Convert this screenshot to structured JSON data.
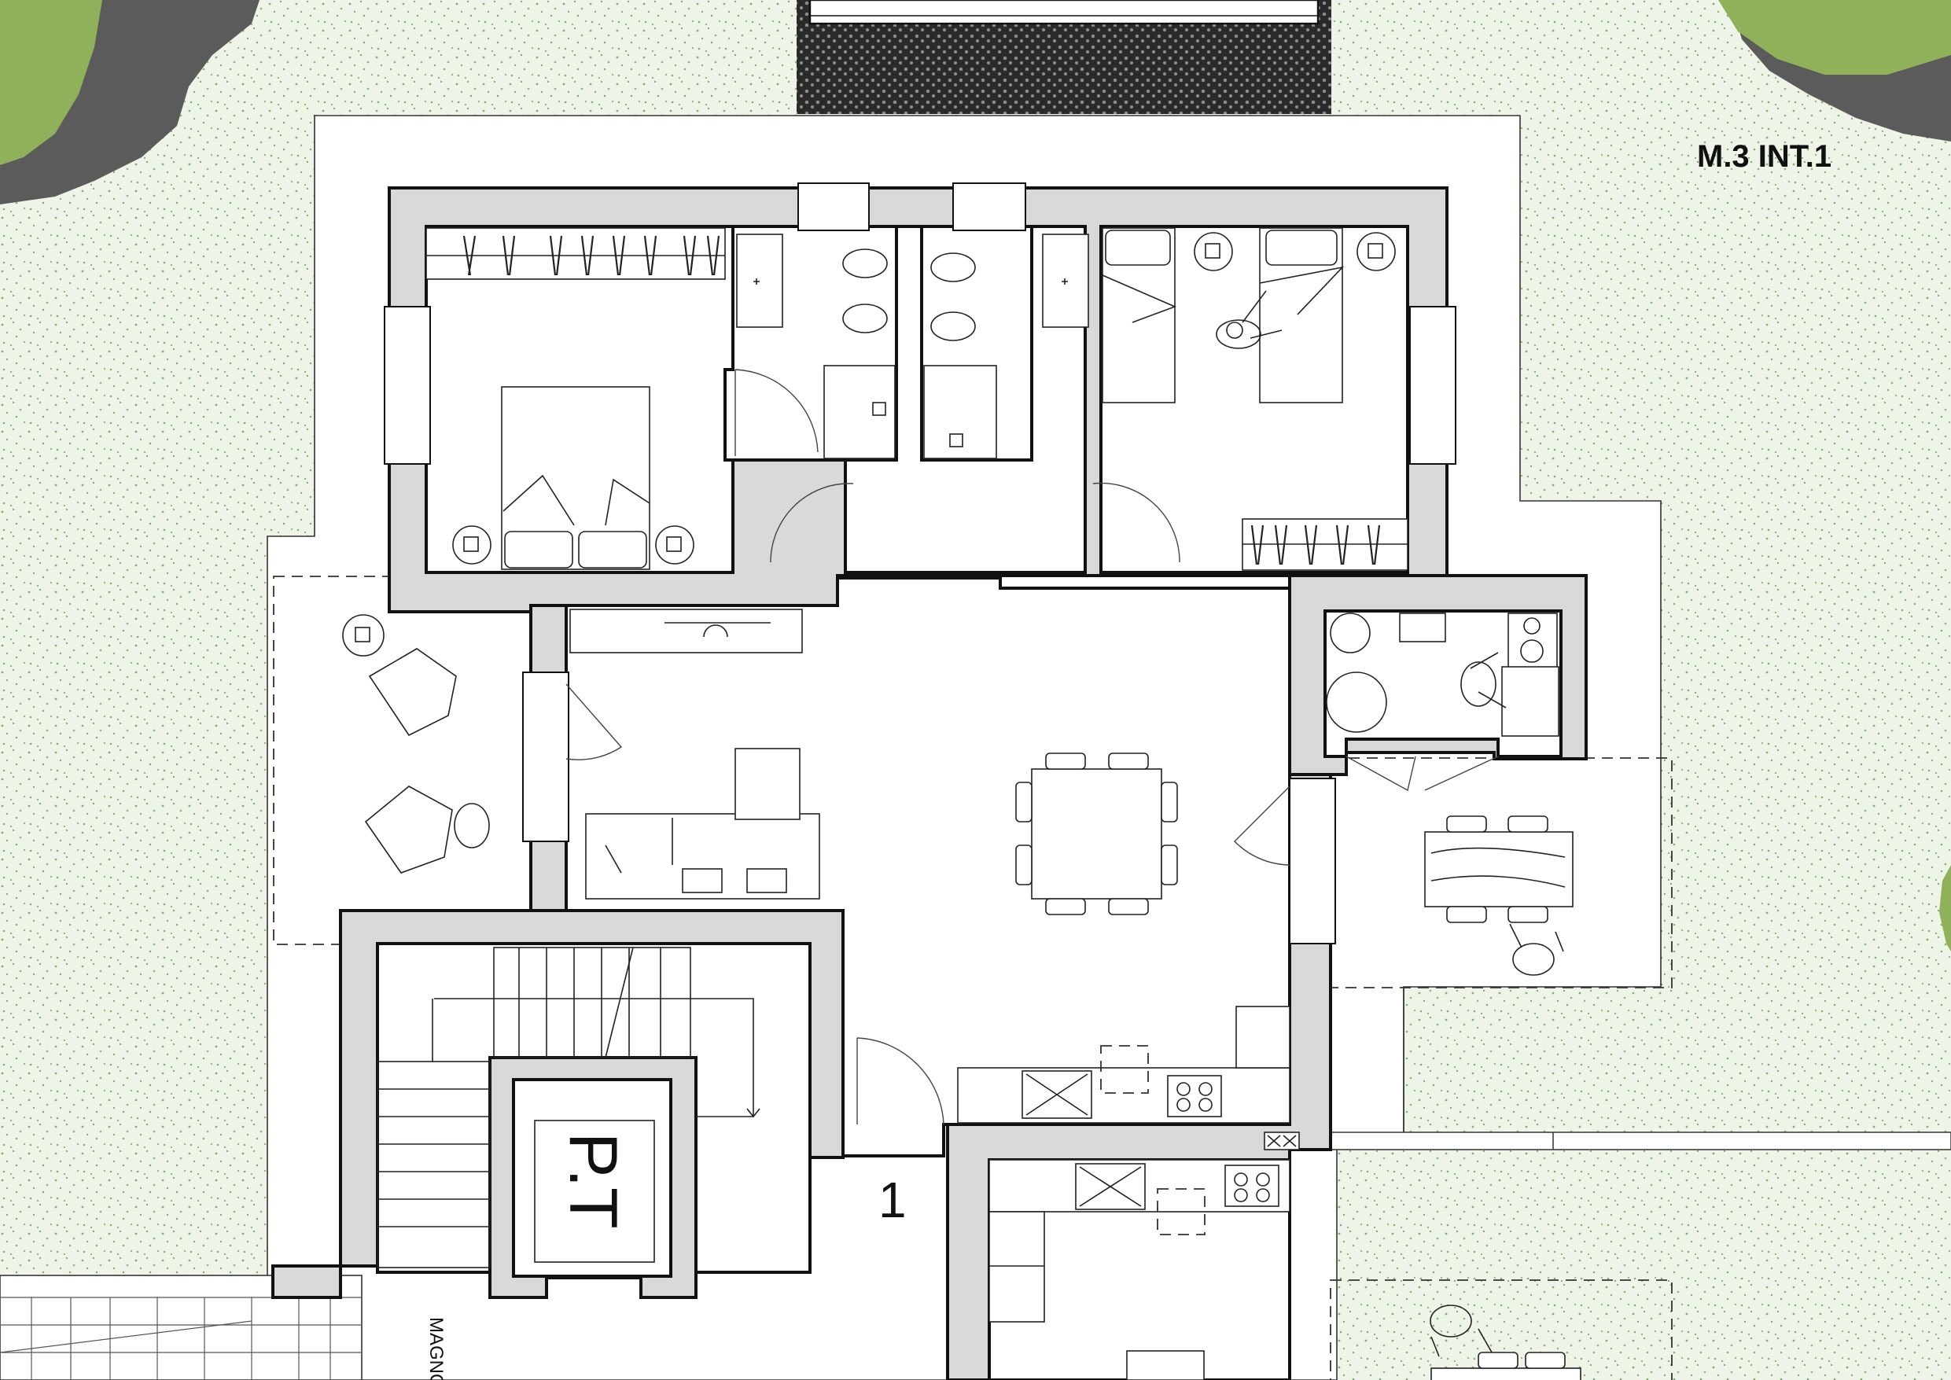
{
  "plan": {
    "unit_label": "M.3 INT.1",
    "floor_label": "P.T",
    "stair_number": "1",
    "side_label": "MAGNO"
  },
  "colors": {
    "lawn": "#e9f2e2",
    "lawn_dots": "#7fb36a",
    "tree_shadow": "#5b5b5b",
    "tree_canopy": "#8fb15a",
    "wall_fill": "#d9d9d9",
    "line": "#111111"
  }
}
